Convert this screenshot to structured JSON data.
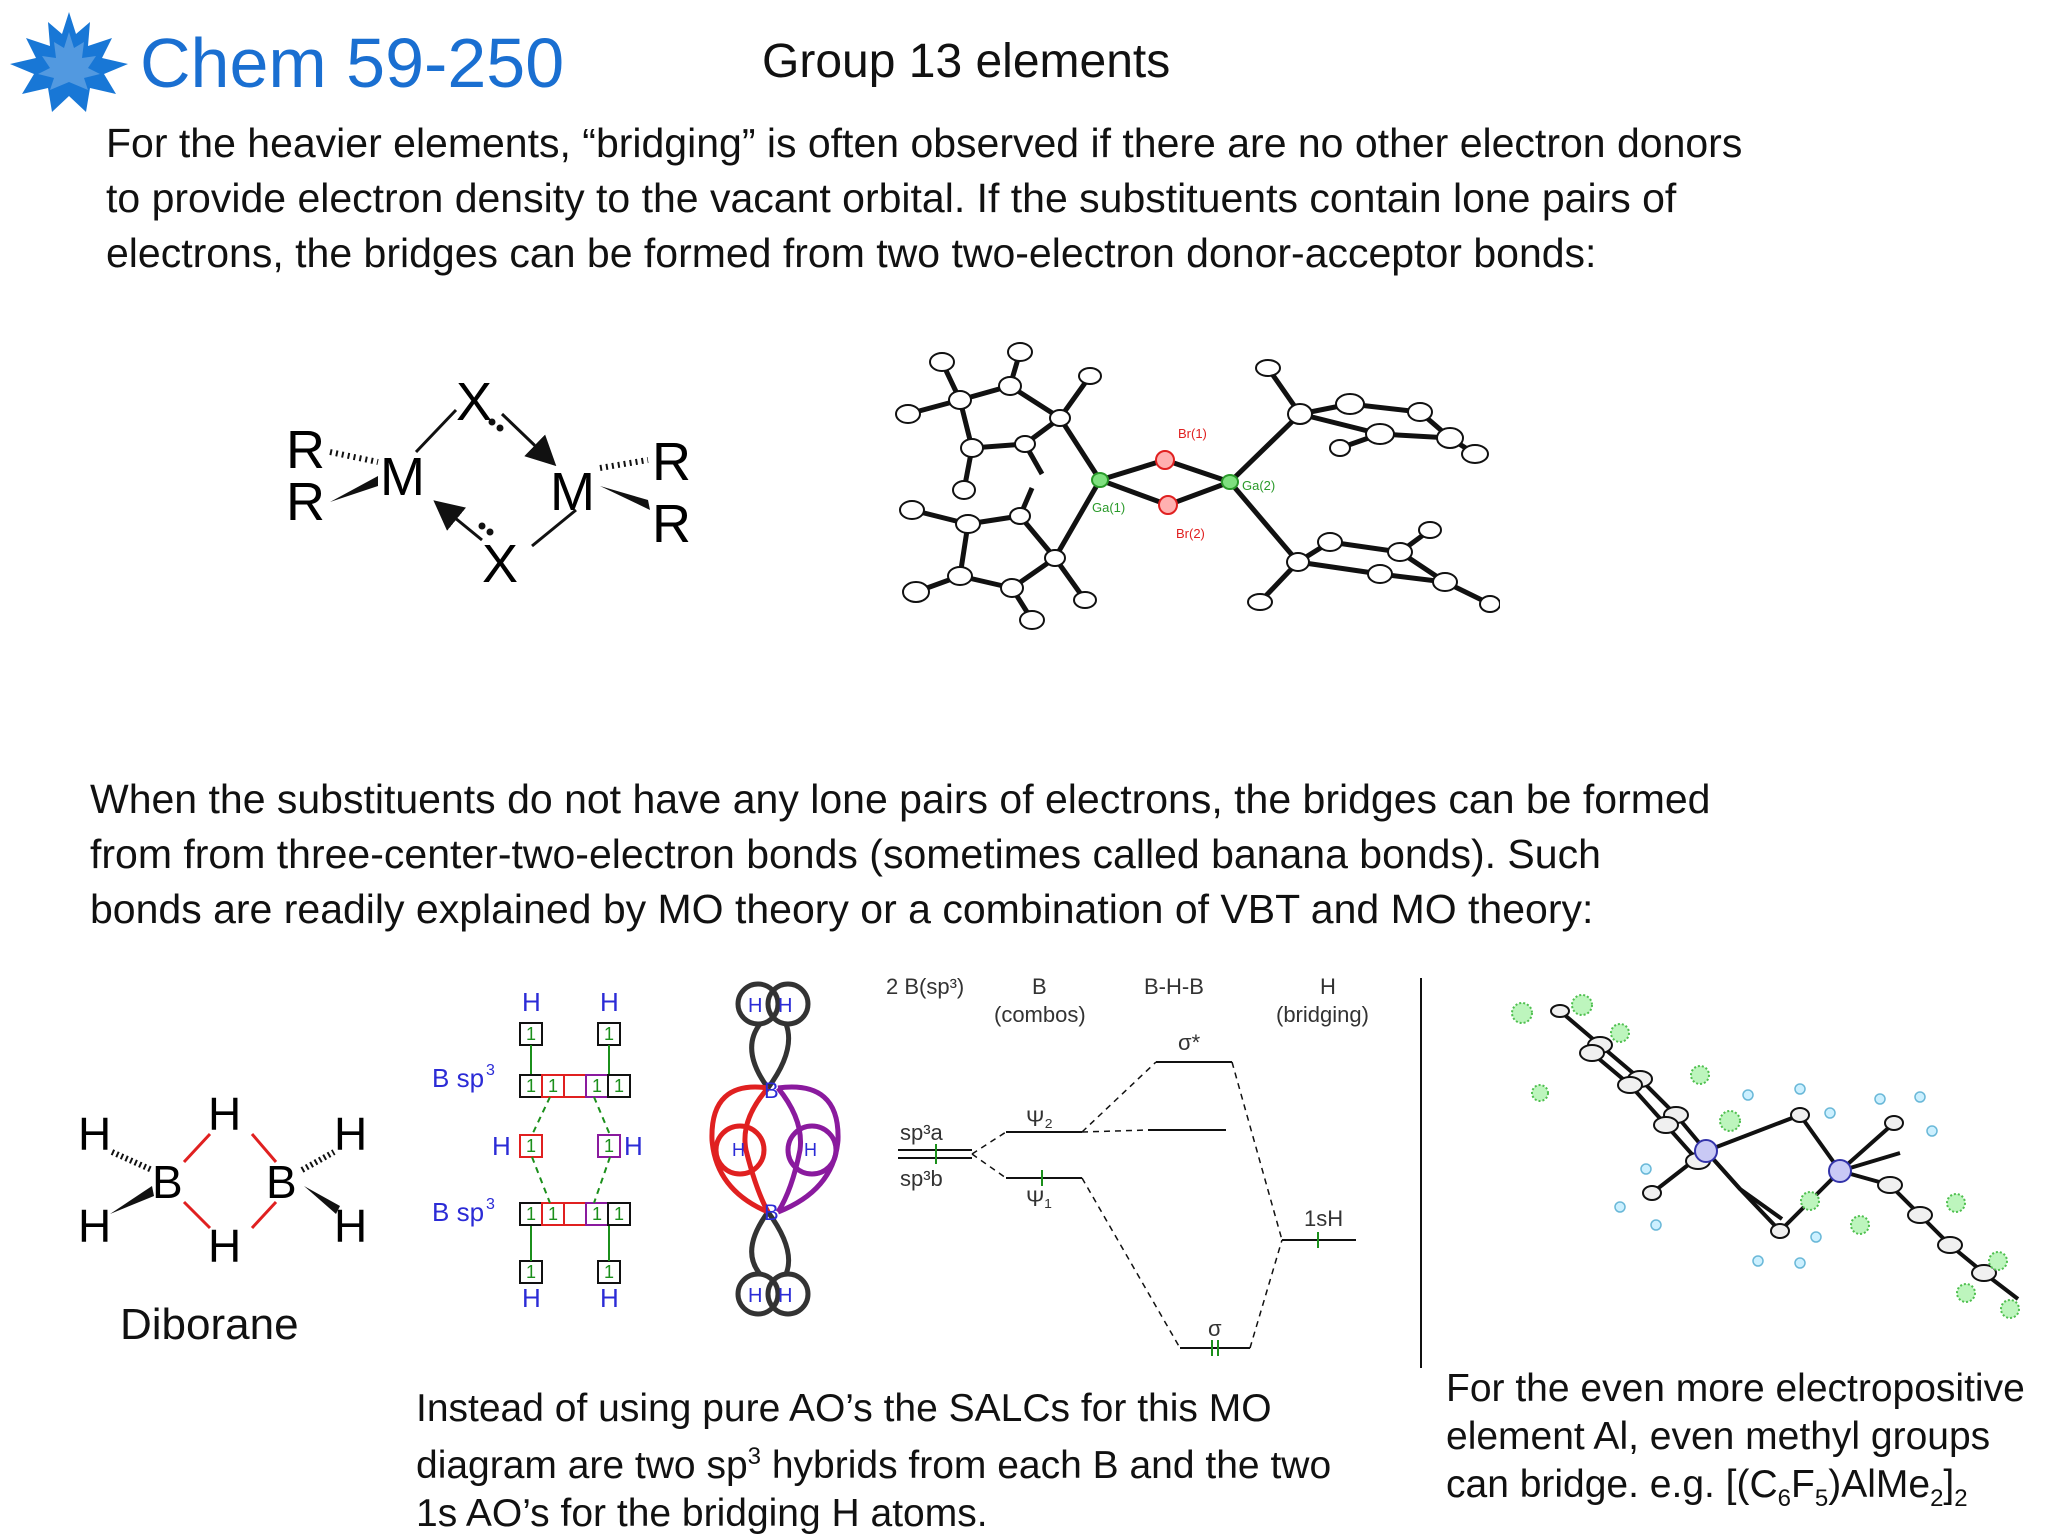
{
  "header": {
    "course": "Chem 59-250",
    "title": "Group 13 elements"
  },
  "para1": {
    "lines": [
      "For the heavier elements, “bridging” is often observed if there are no other electron donors",
      "to provide electron density to the vacant orbital.  If the substituents contain lone pairs of",
      "electrons, the bridges can be formed from two two-electron donor-acceptor bonds:"
    ]
  },
  "para2": {
    "lines": [
      "When the substituents do not have any lone pairs of electrons, the bridges can be formed",
      "from from three-center-two-electron bonds (sometimes called banana bonds).  Such",
      "bonds are readily explained by MO theory or a combination of VBT and MO theory:"
    ]
  },
  "bridge_scheme": {
    "R": "R",
    "M": "M",
    "X": "X"
  },
  "crystal": {
    "ga1": "Ga(1)",
    "ga2": "Ga(2)",
    "br1": "Br(1)",
    "br2": "Br(2)"
  },
  "diborane": {
    "H": "H",
    "B": "B",
    "label": "Diborane"
  },
  "hybrid_diagram": {
    "H": "H",
    "bsp3": "B sp",
    "sup3": "3",
    "arrow": "1"
  },
  "lobe_diagram": {
    "H": "H",
    "B": "B"
  },
  "mo_diagram": {
    "col1": "2 B(sp³)",
    "col2a": "B",
    "col2b": "(combos)",
    "col3": "B-H-B",
    "col4a": "H",
    "col4b": "(bridging)",
    "sp3a": "sp³a",
    "sp3b": "sp³b",
    "psi2": "Ψ₂",
    "psi1": "Ψ₁",
    "sigma_star": "σ*",
    "sigma": "σ",
    "oneSH": "1sH"
  },
  "caption1": {
    "l1": "Instead of using pure AO’s the SALCs for this MO",
    "l2a": "diagram are two sp",
    "l2sup": "3",
    "l2b": " hybrids from each B and the two",
    "l3": "1s AO’s for the bridging H atoms."
  },
  "caption2": {
    "l1": "For the even more electropositive",
    "l2": "element Al, even methyl groups",
    "l3a": "can bridge. e.g. [(C",
    "s6": "6",
    "l3b": "F",
    "s5": "5",
    "l3c": ")AlMe",
    "s2a": "2",
    "l3d": "]",
    "s2b": "2"
  },
  "colors": {
    "course_blue": "#1a6fd1",
    "leaf_blue": "#1877d6",
    "red": "#e02020",
    "green": "#1b8f1b",
    "purple": "#8a1a9e",
    "atom_green": "#7ee07e"
  }
}
